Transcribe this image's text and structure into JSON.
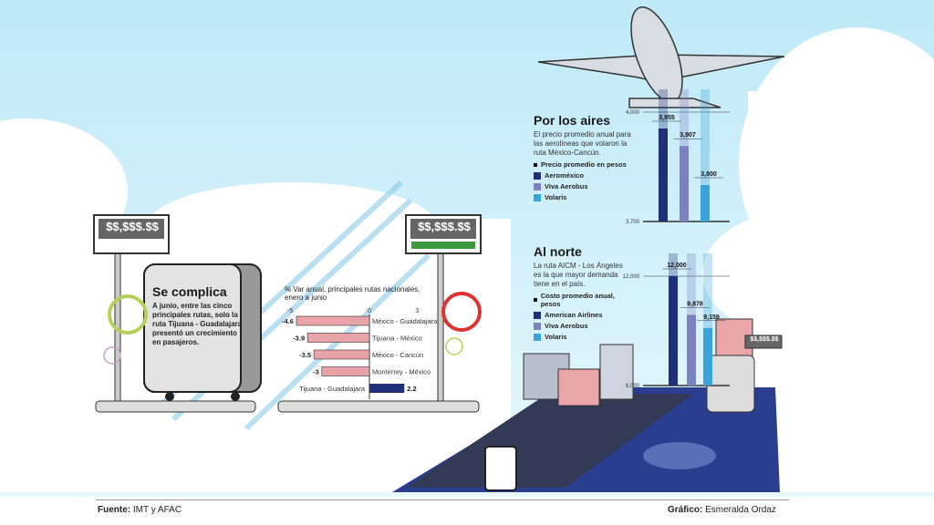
{
  "price_sign": "$$,$$$.$$",
  "left_panel": {
    "title": "Se complica",
    "text": "A junio, entre las cinco principales rutas, solo la ruta Tijuana - Guadalajara presentó un crecimiento en pasajeros."
  },
  "footer": {
    "source_label": "Fuente:",
    "source": "IMT y AFAC",
    "credit_label": "Gráfico:",
    "credit": "Esmeralda Ordaz"
  },
  "aires": {
    "title": "Por los aires",
    "text": "El precio promedio anual para las aerolíneas que volaron la ruta México-Cancún.",
    "legend_title": "Precio promedio en pesos"
  },
  "norte": {
    "title": "Al norte",
    "text": "La ruta AICM - Los Ángeles es la que mayor demanda tiene en el país.",
    "legend_title": "Costo promedio anual, pesos"
  },
  "colors": {
    "dark": "#1f2f7a",
    "mid": "#7c82c0",
    "light": "#3aa3d8",
    "bar_neg": "#e8a3a8",
    "bar_pos": "#1f2f7a"
  },
  "chart_data": [
    {
      "type": "bar",
      "orientation": "horizontal",
      "title": "% Var anual, principales rutas nacionales, enero a junio",
      "categories": [
        "México - Guadalajara",
        "Tijuana - México",
        "México - Cancún",
        "Monterrey - México",
        "Tijuana - Guadalajara"
      ],
      "values": [
        -4.6,
        -3.9,
        -3.5,
        -3,
        2.2
      ],
      "labels": [
        "-4.6",
        "-3.9",
        "-3.5",
        "-3",
        "2.2"
      ],
      "xlim": [
        -5,
        3
      ],
      "ticks": [
        "-5",
        "0",
        "3"
      ]
    },
    {
      "type": "bar",
      "title": "Por los aires",
      "categories": [
        "Aeroméxico",
        "Viva Aerobus",
        "Volaris"
      ],
      "values": [
        3955,
        3907,
        3800
      ],
      "labels": [
        "3,955",
        "3,907",
        "3,800"
      ],
      "ylim": [
        3700,
        4000
      ],
      "ticks": [
        "4,000",
        "3,700"
      ]
    },
    {
      "type": "bar",
      "title": "Al norte",
      "categories": [
        "American Airlines",
        "Viva Aerobus",
        "Volaris"
      ],
      "values": [
        12000,
        9878,
        9159
      ],
      "labels": [
        "12,000",
        "9,878",
        "9,159"
      ],
      "ylim": [
        6000,
        12000
      ],
      "ticks": [
        "12,000",
        "6,000"
      ]
    }
  ]
}
